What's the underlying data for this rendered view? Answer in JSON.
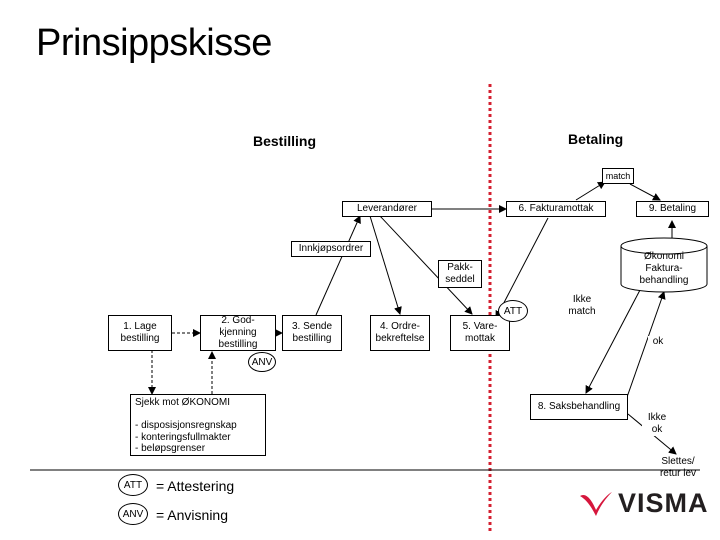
{
  "title": "Prinsippskisse",
  "sections": {
    "bestilling": "Bestilling",
    "betaling": "Betaling"
  },
  "boxes": {
    "match": "match",
    "leverandorer": "Leverandører",
    "fakturamottak": "6. Fakturamottak",
    "betaling9": "9. Betaling",
    "innkjopsordrer": "Innkjøpsordrer",
    "okonomi": "Økonomi\nFaktura-\nbehandling",
    "pakkseddel": "Pakk-\nseddel",
    "lage": "1. Lage\nbestilling",
    "godkjenning": "2. God-\nkjenning\nbestilling",
    "sende": "3. Sende\nbestilling",
    "ordrebekreftelse": "4. Ordre-\nbekreftelse",
    "varemottak": "5. Vare-\nmottak",
    "sjekk": "Sjekk mot ØKONOMI\n\n- disposisjonsregnskap\n- konteringsfullmakter\n- beløpsgrenser",
    "saksbehandling": "8. Saksbehandling"
  },
  "circles": {
    "att": "ATT",
    "anv": "ANV"
  },
  "labels": {
    "ikke_match": "Ikke\nmatch",
    "ok": "ok",
    "ikke_ok": "Ikke\nok",
    "slettes": "Slettes/\nretur lev"
  },
  "legend": {
    "att_code": "ATT",
    "att_text": "= Attestering",
    "anv_code": "ANV",
    "anv_text": "= Anvisning"
  },
  "logo": {
    "text": "VISMA",
    "color": "#d6163c"
  }
}
